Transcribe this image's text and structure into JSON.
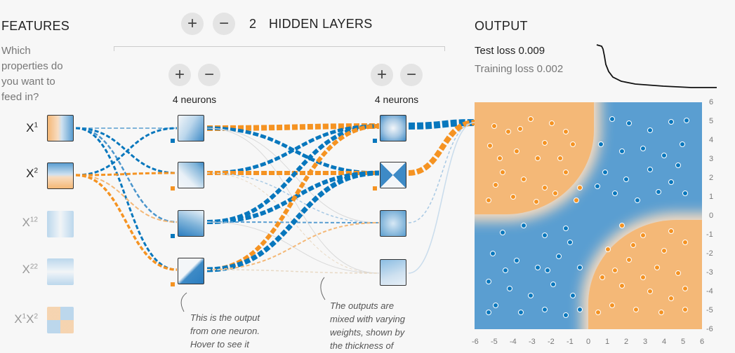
{
  "features": {
    "title": "FEATURES",
    "question": [
      "Which",
      "properties do",
      "you want to",
      "feed in?"
    ],
    "items": [
      {
        "base": "X",
        "sup": "1"
      },
      {
        "base": "X",
        "sup": "2"
      },
      {
        "base": "X",
        "sup": "12"
      },
      {
        "base": "X",
        "sup": "22"
      },
      {
        "base": "X",
        "sup": "1",
        "base2": "X",
        "sup2": "2"
      }
    ]
  },
  "hidden": {
    "plus": "+",
    "minus": "−",
    "count": "2",
    "label": "HIDDEN LAYERS",
    "layers": [
      {
        "plus": "+",
        "minus": "−",
        "neurons_label": "4 neurons"
      },
      {
        "plus": "+",
        "minus": "−",
        "neurons_label": "4 neurons"
      }
    ]
  },
  "notes": {
    "neuron": [
      "This is the output",
      "from one neuron.",
      "Hover to see it"
    ],
    "weights": [
      "The outputs are",
      "mixed with varying",
      "weights, shown by",
      "the thickness of"
    ]
  },
  "output": {
    "title": "OUTPUT",
    "test_loss": "Test loss 0.009",
    "training_loss": "Training loss 0.002"
  },
  "axis": {
    "ticks": [
      "-6",
      "-5",
      "-4",
      "-3",
      "-2",
      "-1",
      "0",
      "1",
      "2",
      "3",
      "4",
      "5",
      "6"
    ]
  },
  "colors": {
    "orange": "#f59322",
    "blue": "#0877bd",
    "bg_orange": "#f4b877",
    "bg_blue": "#5a9ed1"
  }
}
